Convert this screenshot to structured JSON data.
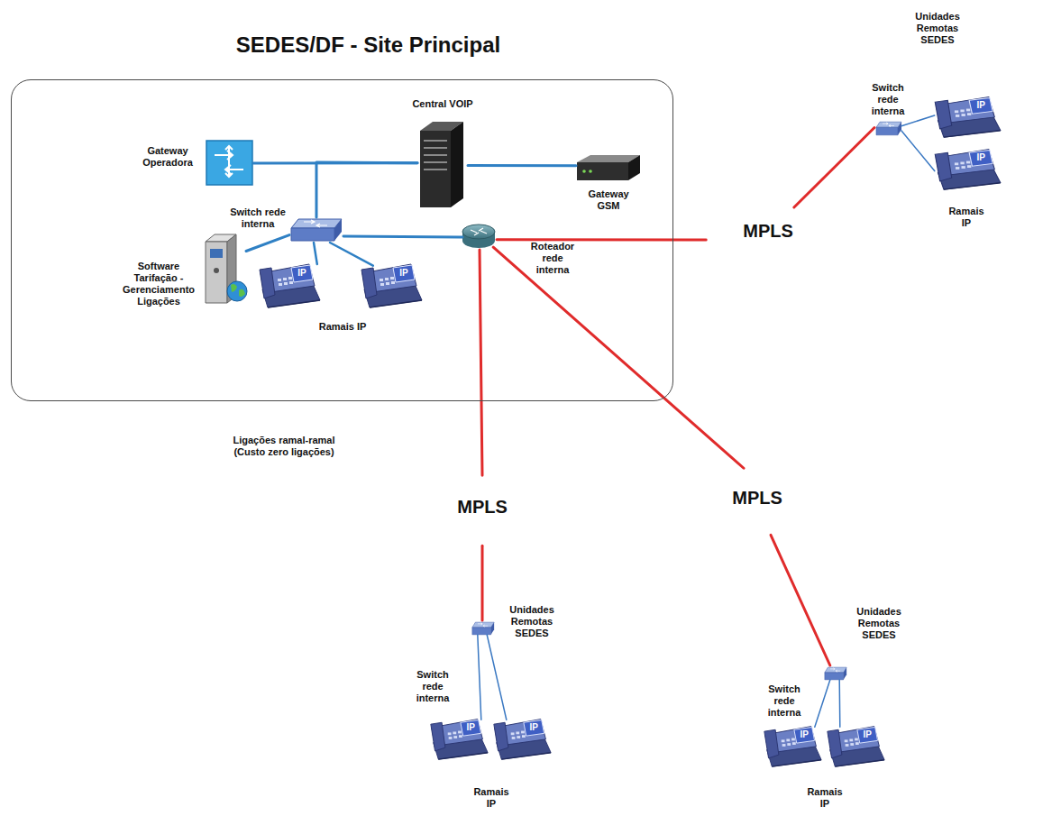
{
  "diagram": {
    "nodes": [
      {
        "text": [
          "SEDES/DF - Site Principal"
        ]
      },
      {
        "text": [
          "Gateway Operadora"
        ],
        "in": 0
      },
      {
        "text": [
          "Central VOIP"
        ],
        "in": 0
      },
      {
        "text": [
          "Gateway GSM"
        ],
        "in": 0
      },
      {
        "text": [
          "Switch rede interna"
        ],
        "in": 0
      },
      {
        "text": [
          "Software Tarifação - Gerenciamento Ligações"
        ],
        "in": 0
      },
      {
        "text": [
          "Ramais IP"
        ],
        "in": 0
      },
      {
        "text": [
          "Roteador rede interna"
        ],
        "in": 0
      },
      {
        "text": [
          "MPLS"
        ]
      },
      {
        "text": [
          "Unidades Remotas SEDES"
        ]
      },
      {
        "text": [
          "Switch rede interna"
        ],
        "in": 9
      },
      {
        "text": [
          "Ramais IP"
        ],
        "in": 9
      },
      {
        "text": [
          "MPLS"
        ]
      },
      {
        "text": [
          "Unidades Remotas SEDES"
        ]
      },
      {
        "text": [
          "Switch rede interna"
        ],
        "in": 13
      },
      {
        "text": [
          "Ramais IP"
        ],
        "in": 13
      },
      {
        "text": [
          "MPLS"
        ]
      },
      {
        "text": [
          "Unidades Remotas SEDES"
        ]
      },
      {
        "text": [
          "Switch rede interna"
        ],
        "in": 17
      },
      {
        "text": [
          "Ramais IP"
        ],
        "in": 17
      }
    ],
    "edges": [
      {
        "from": 1,
        "to": 2,
        "arrow": "none"
      },
      {
        "from": 2,
        "to": 3,
        "arrow": "none"
      },
      {
        "from": 4,
        "to": 2,
        "arrow": "none"
      },
      {
        "from": 4,
        "to": 5,
        "arrow": "none"
      },
      {
        "from": 4,
        "to": 6,
        "arrow": "none"
      },
      {
        "from": 4,
        "to": 7,
        "arrow": "none"
      },
      {
        "from": 7,
        "to": 8,
        "arrow": "none"
      },
      {
        "from": 8,
        "to": 10,
        "arrow": "none"
      },
      {
        "from": 7,
        "to": 12,
        "arrow": "none"
      },
      {
        "from": 12,
        "to": 14,
        "arrow": "none"
      },
      {
        "from": 7,
        "to": 16,
        "arrow": "none"
      },
      {
        "from": 16,
        "to": 18,
        "arrow": "none"
      },
      {
        "from": 10,
        "to": 11,
        "arrow": "none"
      },
      {
        "from": 14,
        "to": 15,
        "arrow": "none"
      },
      {
        "from": 18,
        "to": 19,
        "arrow": "none"
      }
    ],
    "labels": [
      "Ligações ramal-ramal (Custo zero ligações)",
      "IP",
      "IP",
      "IP",
      "IP",
      "IP",
      "IP",
      "IP",
      "IP"
    ]
  }
}
